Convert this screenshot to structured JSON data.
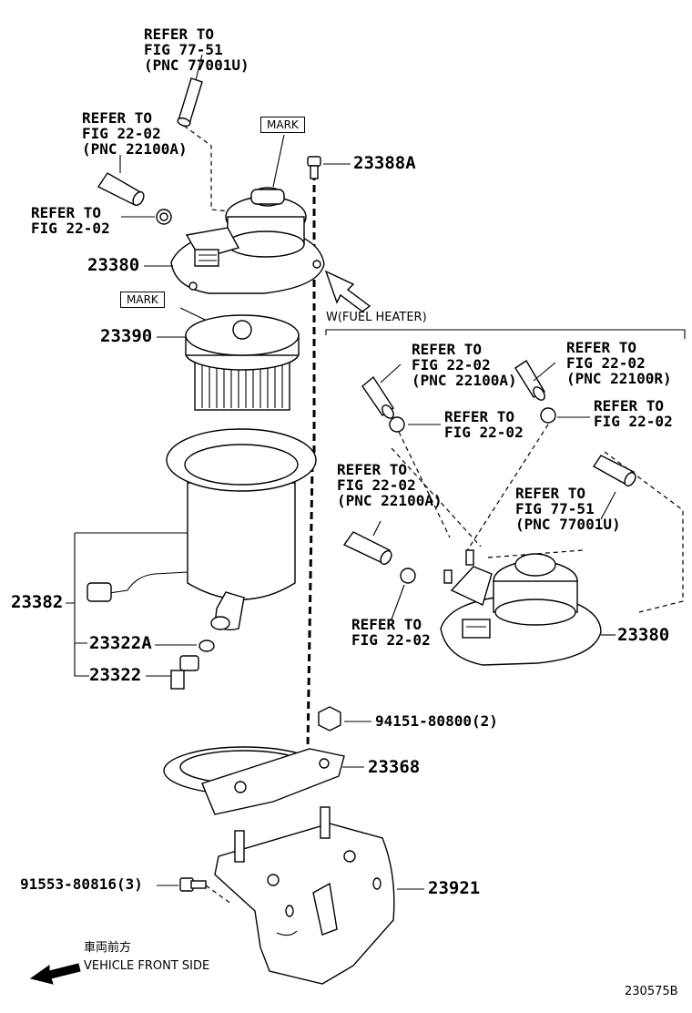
{
  "refs": {
    "r1": [
      "REFER TO",
      "FIG 77-51",
      "(PNC 77001U)"
    ],
    "r2": [
      "REFER TO",
      "FIG 22-02",
      "(PNC 22100A)"
    ],
    "r3": [
      "REFER TO",
      "FIG 22-02"
    ],
    "r4": [
      "REFER TO",
      "FIG 22-02",
      "(PNC 22100A)"
    ],
    "r5": [
      "REFER TO",
      "FIG 22-02",
      "(PNC 22100R)"
    ],
    "r6": [
      "REFER TO",
      "FIG 22-02"
    ],
    "r7": [
      "REFER TO",
      "FIG 22-02"
    ],
    "r8": [
      "REFER TO",
      "FIG 22-02",
      "(PNC 22100A)"
    ],
    "r9": [
      "REFER TO",
      "FIG 77-51",
      "(PNC 77001U)"
    ],
    "r10": [
      "REFER TO",
      "FIG 22-02"
    ]
  },
  "parts": {
    "p23388A": "23388A",
    "p23380": "23380",
    "p23390": "23390",
    "p23382": "23382",
    "p23322A": "23322A",
    "p23322": "23322",
    "p23380b": "23380",
    "p94151": "94151-80800(2)",
    "p23368": "23368",
    "p91553": "91553-80816(3)",
    "p23921": "23921"
  },
  "mark1": "MARK",
  "mark2": "MARK",
  "heater_label": "W(FUEL HEATER)",
  "front": {
    "jp": "車両前方",
    "en": "VEHICLE FRONT SIDE"
  },
  "figure_id": "230575B"
}
